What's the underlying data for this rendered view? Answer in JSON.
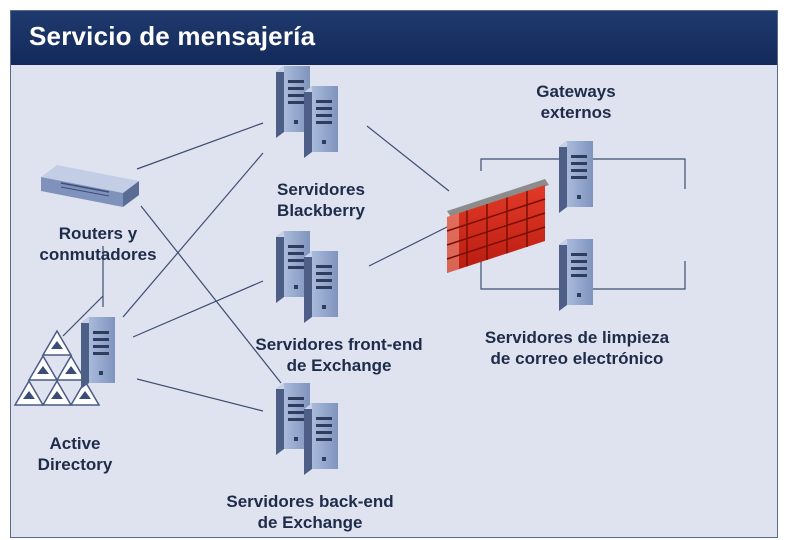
{
  "title": "Servicio de mensajería",
  "nodes": {
    "blackberry": [
      "Servidores",
      "Blackberry"
    ],
    "routers": [
      "Routers y",
      "conmutadores"
    ],
    "frontend": [
      "Servidores front-end",
      "de Exchange"
    ],
    "backend": [
      "Servidores back-end",
      "de Exchange"
    ],
    "active_directory": [
      "Active",
      "Directory"
    ],
    "gateways": [
      "Gateways",
      "externos"
    ],
    "cleaning": [
      "Servidores de limpieza",
      "de correo electrónico"
    ]
  },
  "icons": {
    "server": "server-icon",
    "router": "router-icon",
    "firewall": "firewall-icon",
    "directory": "directory-pyramid-icon"
  },
  "colors": {
    "header": "#1a3366",
    "background": "#dfe3ef",
    "server": "#8fa2c6",
    "firewall": "#d82a1c",
    "line": "#3d4d72"
  }
}
